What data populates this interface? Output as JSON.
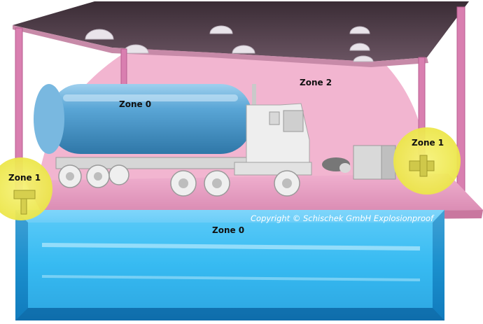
{
  "labels": {
    "zone0_tank": "Zone 0",
    "zone2": "Zone 2",
    "zone1_left": "Zone 1",
    "zone1_right": "Zone 1",
    "zone0_pit": "Zone 0"
  },
  "copyright": "Copyright © Schischek GmbH Explosionproof",
  "colors": {
    "zone2": "#f2b5d0",
    "zone1": "#f2ec55",
    "zone0_tank": "#5aa6d6",
    "zone0_pit": "#2ab0ec",
    "canopy": "#4a3a44",
    "platform": "#e79bc1"
  }
}
